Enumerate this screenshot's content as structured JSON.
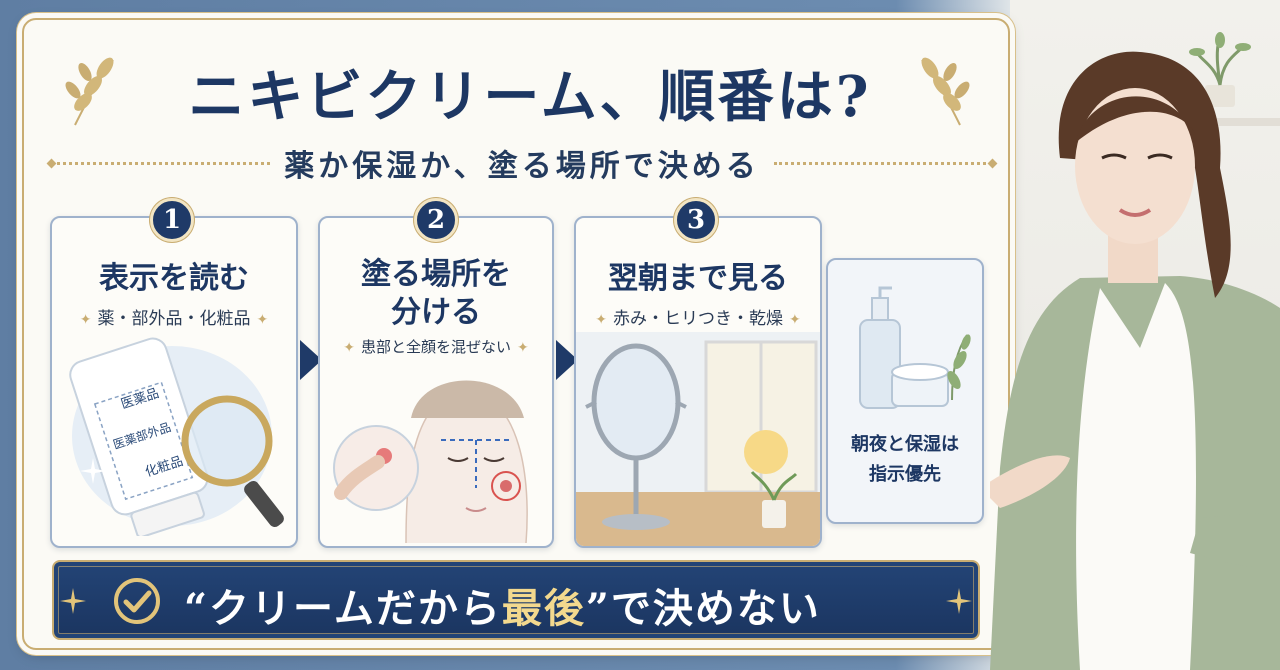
{
  "header": {
    "title": "ニキビクリーム、順番は?",
    "subtitle": "薬か保湿か、塗る場所で決める"
  },
  "steps": [
    {
      "number": "1",
      "title": "表示を読む",
      "subtitle": "薬・部外品・化粧品",
      "labels": [
        "医薬品",
        "医薬部外品",
        "化粧品"
      ]
    },
    {
      "number": "2",
      "title_line1": "塗る場所を",
      "title_line2": "分ける",
      "subtitle": "患部と全顔を混ぜない"
    },
    {
      "number": "3",
      "title": "翌朝まで見る",
      "subtitle": "赤み・ヒリつき・乾燥"
    }
  ],
  "side_card": {
    "line1": "朝夜と保湿は",
    "line2": "指示優先"
  },
  "banner": {
    "open_quote": "“",
    "text_a": "クリームだから",
    "highlight": "最後",
    "close_quote": "”",
    "text_b": "で決めない"
  },
  "colors": {
    "navy": "#1d3763",
    "gold": "#c9ad72",
    "highlight": "#f3d98e"
  },
  "icons": [
    "laurel-icon",
    "check-icon",
    "sparkle-icon",
    "arrow-right-icon",
    "magnifier-icon",
    "cream-tube-icon",
    "mirror-icon",
    "sun-icon",
    "bottle-icon",
    "jar-icon"
  ]
}
